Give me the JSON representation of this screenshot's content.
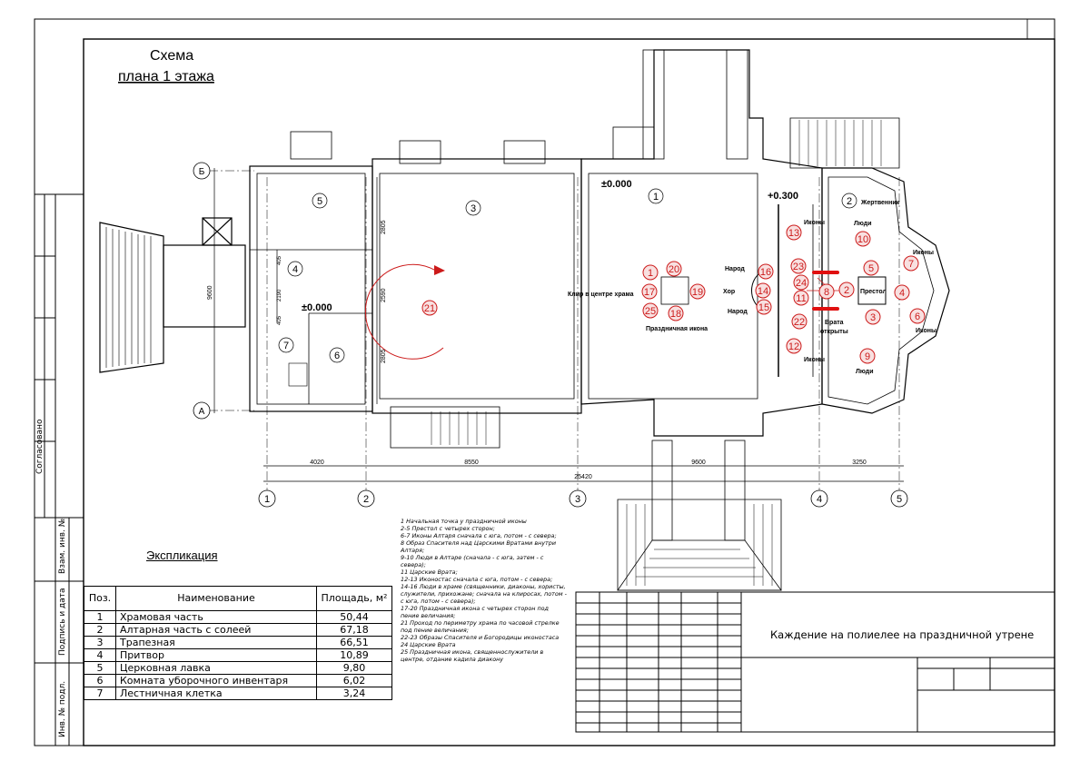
{
  "title": {
    "line1": "Схема",
    "line2": "плана 1 этажа"
  },
  "levels": {
    "main_floor": "±0.000",
    "porch_floor": "±0.000",
    "altar_floor": "+0.300"
  },
  "axes": {
    "vertical": [
      "1",
      "2",
      "3",
      "4",
      "5"
    ],
    "horizontal": [
      "Б",
      "А"
    ]
  },
  "dimensions": {
    "horizontal": [
      "4020",
      "8550",
      "9600",
      "3250"
    ],
    "total": "25420",
    "vertical_left": "9600",
    "vertical_inner": [
      "2805",
      "2590",
      "2805"
    ],
    "vertical_small": [
      "405",
      "2190",
      "405"
    ]
  },
  "room_numbers": [
    "1",
    "2",
    "3",
    "4",
    "5",
    "6",
    "7"
  ],
  "plan_labels": {
    "ikony": "Иконы",
    "lyudi": "Люди",
    "zhertvennik": "Жертвенник",
    "prestol": "Престол",
    "vrata": "Врата",
    "otkryty": "открыты",
    "narod": "Народ",
    "khor": "Хор",
    "klir": "Клир в центре храма",
    "prazdnichnaya": "Праздничная икона"
  },
  "markers": [
    "1",
    "2",
    "3",
    "4",
    "5",
    "6",
    "7",
    "8",
    "9",
    "10",
    "11",
    "12",
    "13",
    "14",
    "15",
    "16",
    "17",
    "18",
    "19",
    "20",
    "21",
    "22",
    "23",
    "24",
    "25"
  ],
  "notes": [
    "1 Начальная точка у праздничной иконы",
    "2-5 Престол с четырех сторон;",
    "6-7 Иконы Алтаря сначала с юга, потом - с севера;",
    "8 Образ Спасителя над Царскими Вратами внутри Алтаря;",
    "9-10 Люди в Алтаре (сначала - с юга, затем - с севера);",
    "11 Царские Врата;",
    "12-13 Иконостас сначала с юга, потом - с севера;",
    "14-16 Люди в храме (священники, диаконы, хористы, служители, прихожане; сначала на клиросах, потом - с юга, потом - с севера);",
    "17-20 Праздничная икона с четырех сторон под пение величания;",
    "21 Проход по периметру храма по часовой стрелке под пение величания;",
    "22-23 Образы Спасителя и Богородицы иконостаса",
    "24 Царские Врата",
    "25 Праздничная икона, священнослужители в центре, отдание кадила диакону"
  ],
  "explication": {
    "title": "Экспликация",
    "headers": [
      "Поз.",
      "Наименование",
      "Площадь, м²"
    ],
    "rows": [
      [
        "1",
        "Храмовая часть",
        "50,44"
      ],
      [
        "2",
        "Алтарная часть с солеей",
        "67,18"
      ],
      [
        "3",
        "Трапезная",
        "66,51"
      ],
      [
        "4",
        "Притвор",
        "10,89"
      ],
      [
        "5",
        "Церковная лавка",
        "9,80"
      ],
      [
        "6",
        "Комната уборочного инвентаря",
        "6,02"
      ],
      [
        "7",
        "Лестничная клетка",
        "3,24"
      ]
    ]
  },
  "stamp": {
    "title": "Каждение на полиелее на праздничной утрене"
  },
  "sidebar": {
    "soglasovano": "Согласовано",
    "vzam": "Взам. инв. №",
    "podpis": "Подпись и дата",
    "inv": "Инв. № подл."
  },
  "colors": {
    "marker": "#cc1a1a",
    "marker_fill": "#f8e0e0",
    "line": "#000000"
  }
}
